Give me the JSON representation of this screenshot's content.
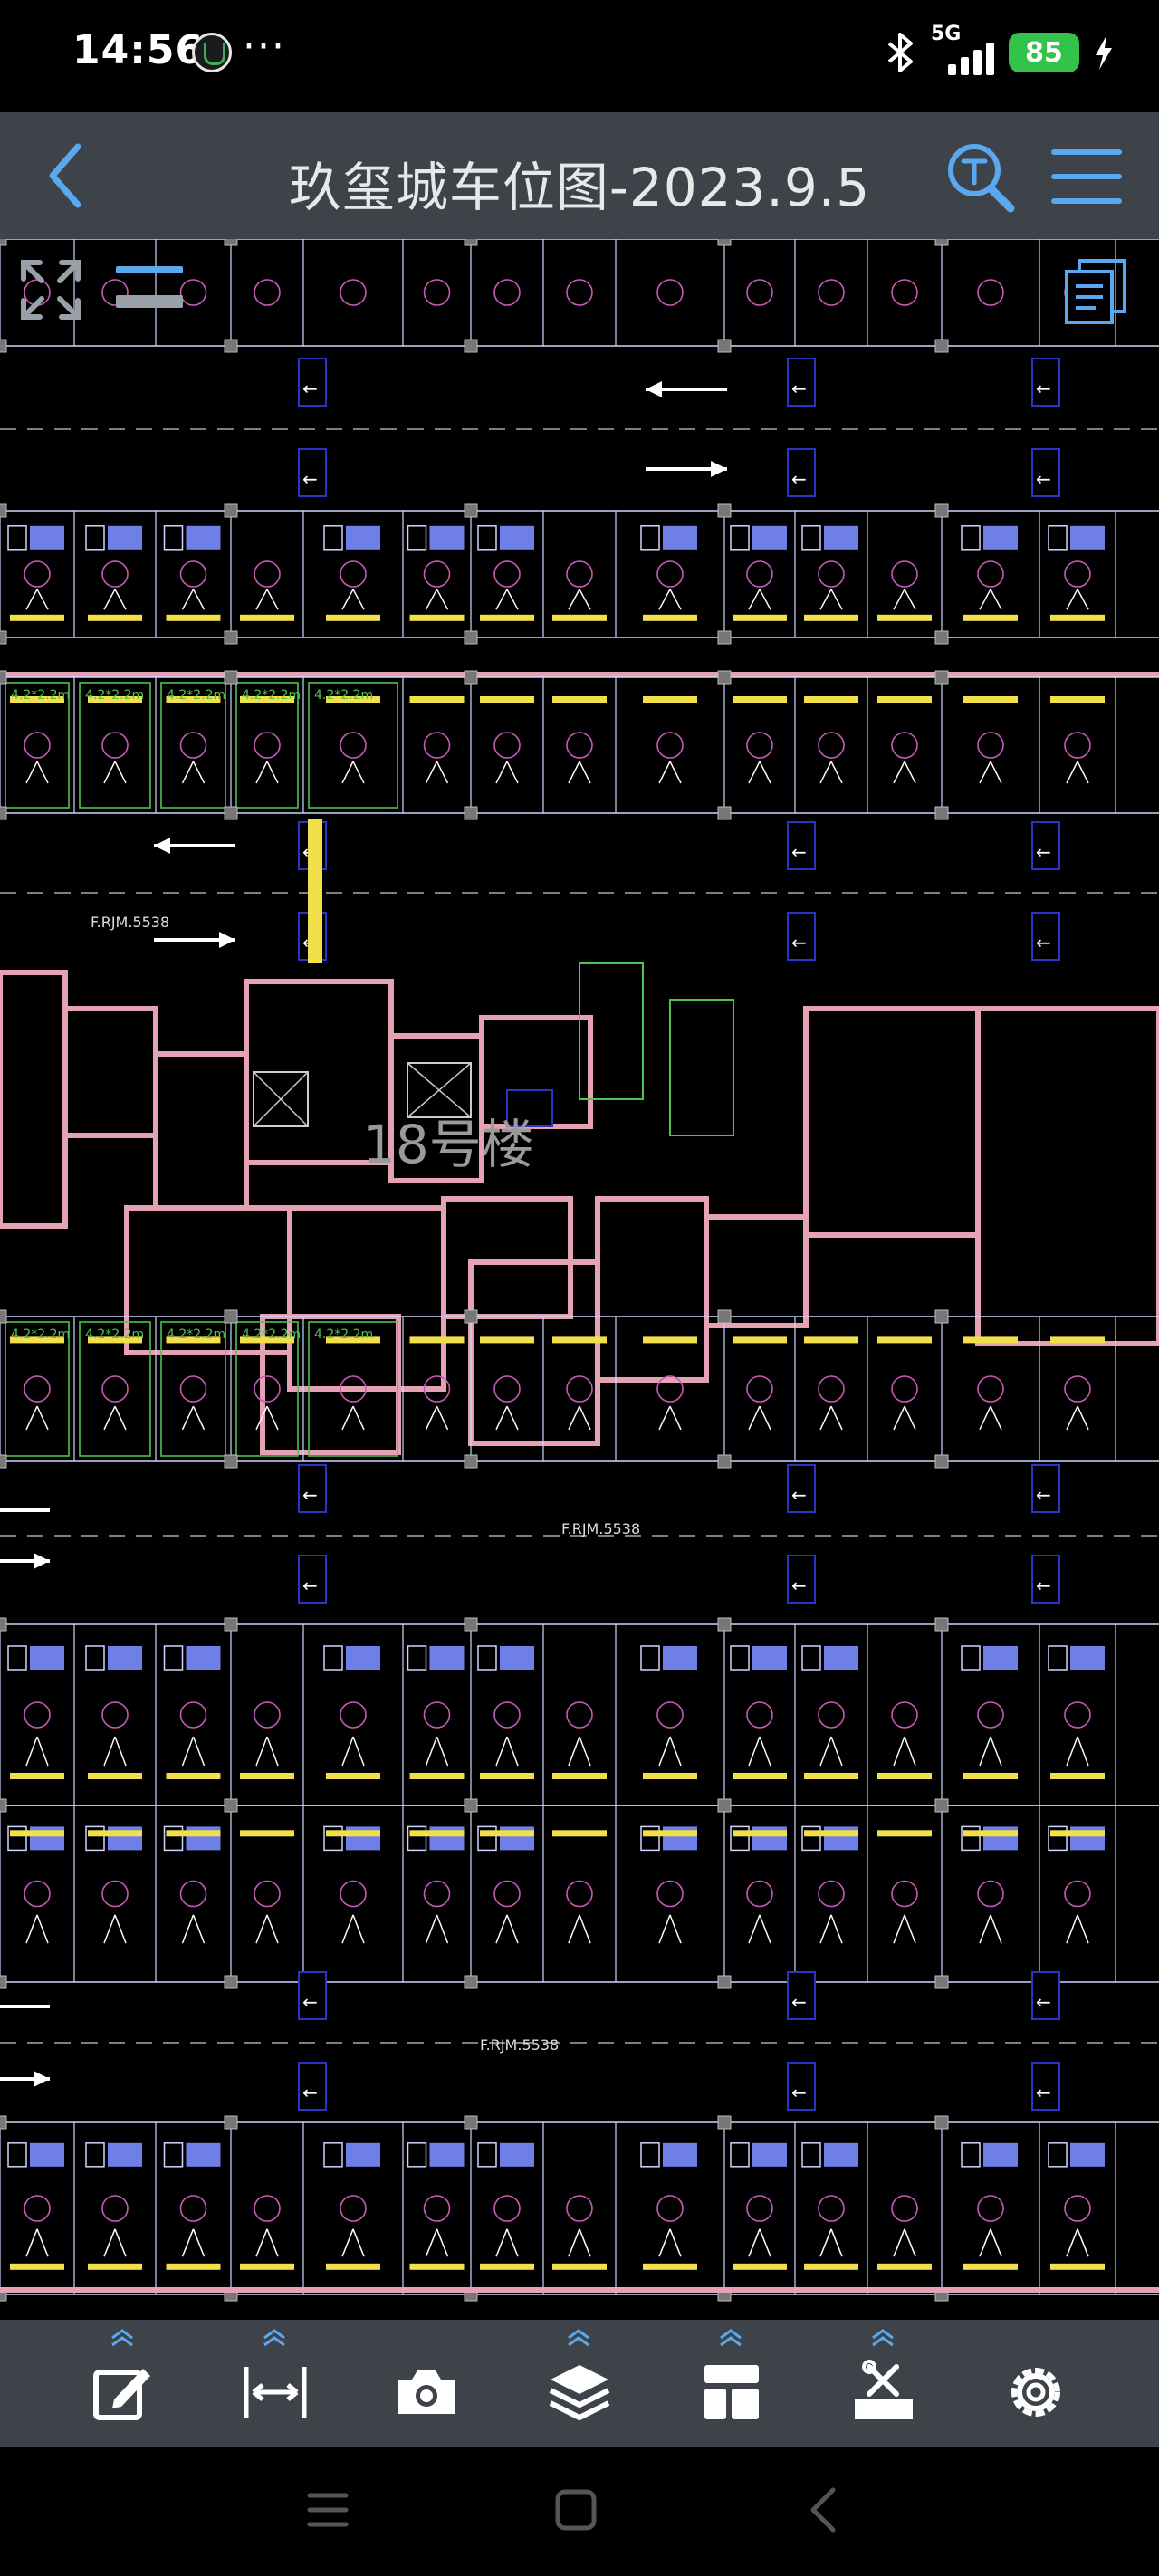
{
  "status": {
    "time": "14:56",
    "dots": "···",
    "network": "5G",
    "battery": "85"
  },
  "header": {
    "title": "玖玺城车位图-2023.9.5"
  },
  "drawing": {
    "building_label": "18号楼",
    "lane_labels": [
      "F.RJM.5538",
      "F.RJM.5538",
      "F.RJM.5538"
    ],
    "space_size_label": "4.2*2.2m",
    "colors": {
      "grid": "#cfd6ff",
      "wall": "#e4a2b2",
      "ev": "#6f7fe8",
      "green": "#4fc24f",
      "yellow": "#f2e04b",
      "magenta": "#c85ab8"
    }
  },
  "toolbar": {
    "items": [
      "edit-icon",
      "measure-icon",
      "camera-icon",
      "layers-icon",
      "layout-icon",
      "tools-icon",
      "settings-icon"
    ],
    "accent": "#5aa8f0"
  },
  "navbar": {
    "items": [
      "menu-icon",
      "home-icon",
      "back-icon"
    ]
  }
}
